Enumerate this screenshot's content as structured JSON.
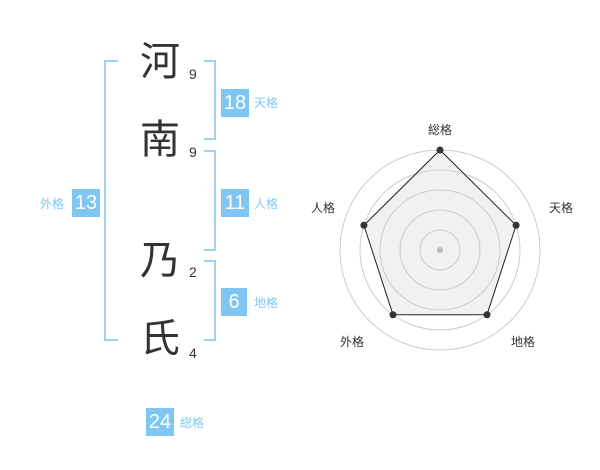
{
  "name_chars": [
    {
      "char": "河",
      "strokes": "9"
    },
    {
      "char": "南",
      "strokes": "9"
    },
    {
      "char": "乃",
      "strokes": "2"
    },
    {
      "char": "氏",
      "strokes": "4"
    }
  ],
  "kaku": {
    "tenkaku": {
      "value": "18",
      "label": "天格"
    },
    "jinkaku": {
      "value": "11",
      "label": "人格"
    },
    "chikaku": {
      "value": "6",
      "label": "地格"
    },
    "gaikaku": {
      "value": "13",
      "label": "外格"
    },
    "soukaku": {
      "value": "24",
      "label": "総格"
    }
  },
  "chart_data": {
    "type": "radar",
    "axes": [
      "総格",
      "天格",
      "地格",
      "外格",
      "人格"
    ],
    "values": [
      5,
      4,
      4,
      4,
      4
    ],
    "max": 5,
    "rings": 5
  },
  "colors": {
    "accent": "#7fc7f2",
    "bracket": "#9fd3f5",
    "text": "#333333",
    "radar_fill": "#f2f2f2",
    "radar_ring": "#cccccc"
  }
}
